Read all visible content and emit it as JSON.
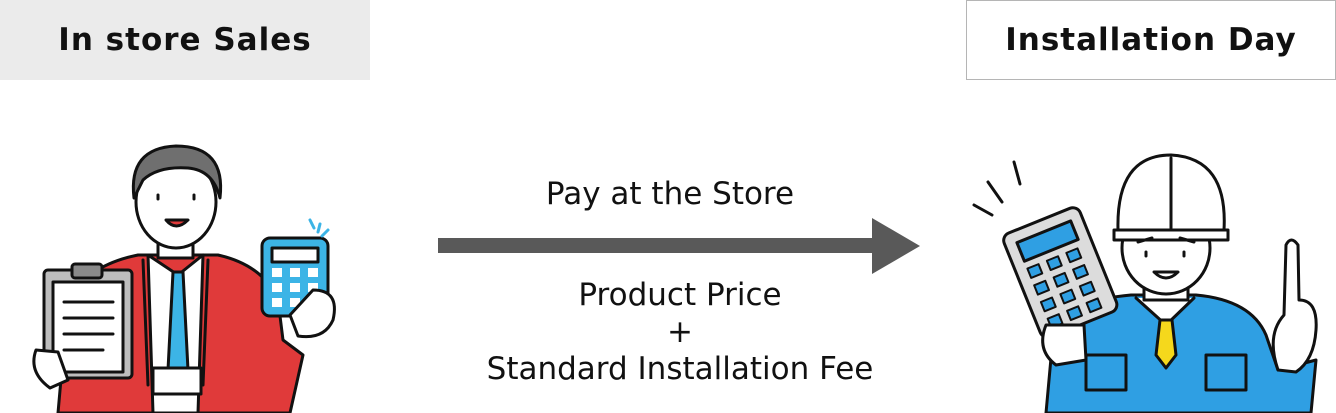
{
  "left_label": "In store Sales",
  "right_label": "Installation Day",
  "arrow_caption": "Pay at the Store",
  "cost": {
    "line1": "Product Price",
    "plus": "+",
    "line2": "Standard Installation Fee"
  },
  "colors": {
    "arrow": "#595959",
    "salesperson_jacket": "#e03a3a",
    "calculator_blue": "#3cb4e6",
    "worker_uniform": "#2f9fe3",
    "tie_yellow": "#f5d81c"
  },
  "icons": [
    "salesperson-icon",
    "installer-icon",
    "right-arrow-icon",
    "calculator-icon",
    "clipboard-icon"
  ]
}
